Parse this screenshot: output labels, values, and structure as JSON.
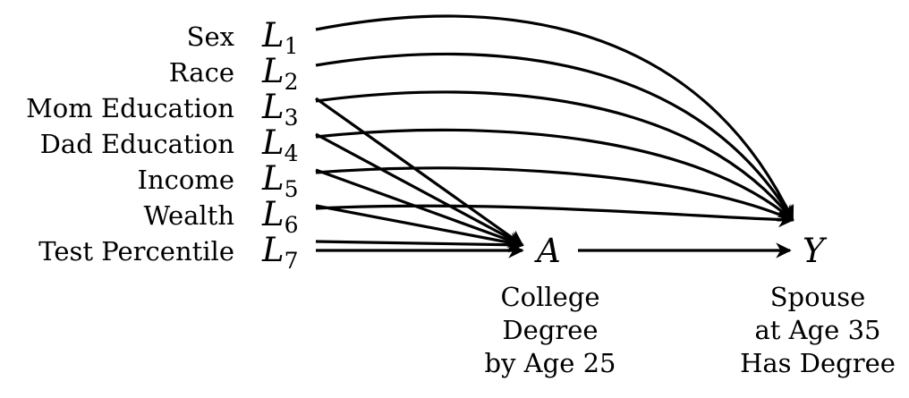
{
  "covariates": [
    {
      "label": "Sex",
      "symbol": "L",
      "index": "1"
    },
    {
      "label": "Race",
      "symbol": "L",
      "index": "2"
    },
    {
      "label": "Mom Education",
      "symbol": "L",
      "index": "3"
    },
    {
      "label": "Dad Education",
      "symbol": "L",
      "index": "4"
    },
    {
      "label": "Income",
      "symbol": "L",
      "index": "5"
    },
    {
      "label": "Wealth",
      "symbol": "L",
      "index": "6"
    },
    {
      "label": "Test Percentile",
      "symbol": "L",
      "index": "7"
    }
  ],
  "treatment": {
    "symbol": "A",
    "caption": [
      "College",
      "Degree",
      "by Age 25"
    ]
  },
  "outcome": {
    "symbol": "Y",
    "caption": [
      "Spouse",
      "at Age 35",
      "Has Degree"
    ]
  }
}
